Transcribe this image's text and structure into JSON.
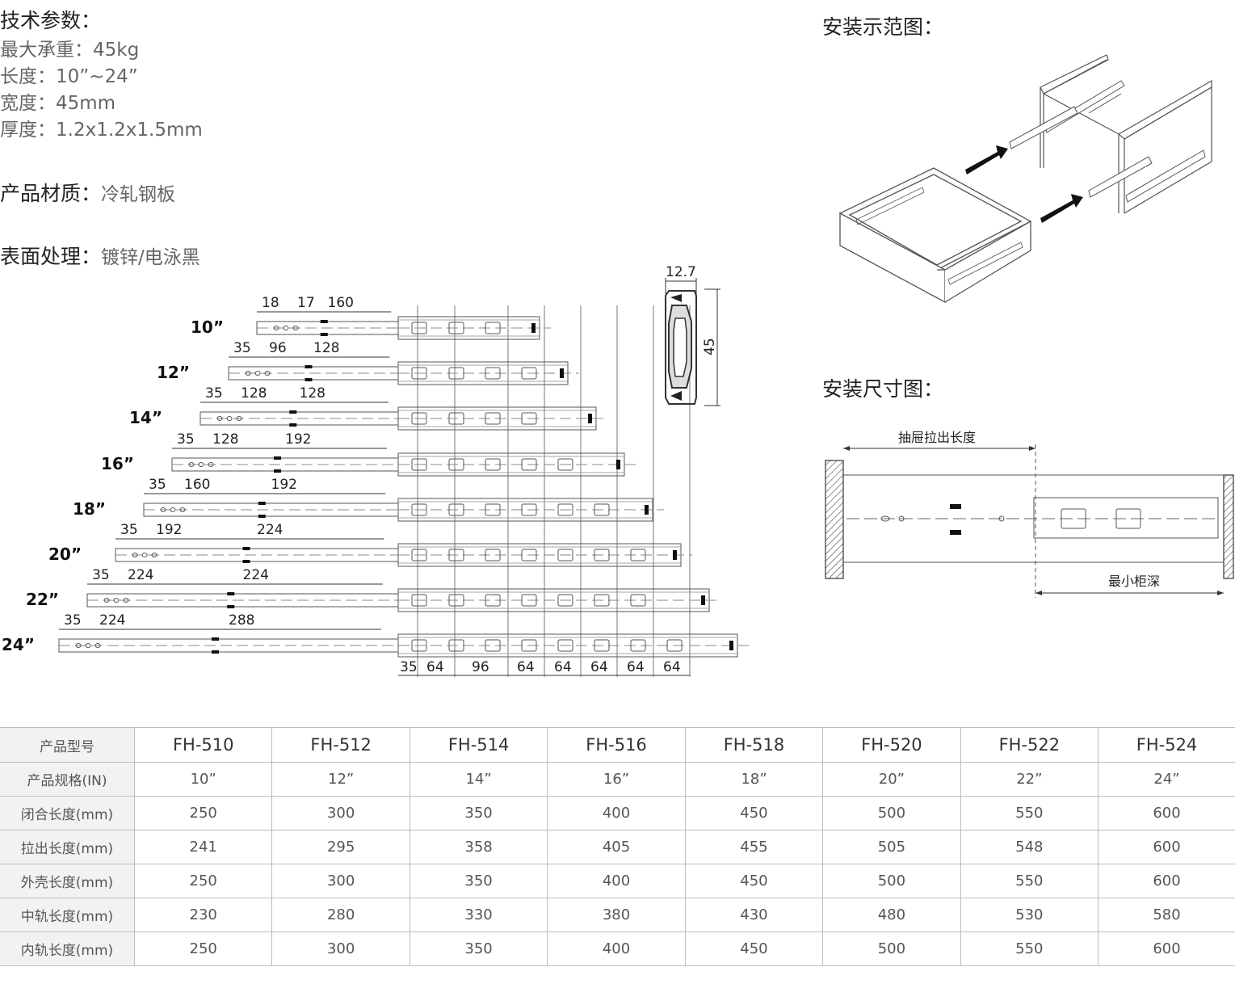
{
  "params": {
    "title": "技术参数：",
    "items": [
      {
        "label": "最大承重：",
        "value": "45kg"
      },
      {
        "label": "长度：",
        "value": "10”~24”"
      },
      {
        "label": "宽度：",
        "value": "45mm"
      },
      {
        "label": "厚度：",
        "value": "1.2x1.2x1.5mm"
      }
    ]
  },
  "material": {
    "label": "产品材质：",
    "value": "冷轧钢板"
  },
  "surface": {
    "label": "表面处理：",
    "value": "镀锌/电泳黑"
  },
  "install_example": {
    "title": "安装示范图："
  },
  "install_size": {
    "title": "安装尺寸图：",
    "pull_label": "抽屉拉出长度",
    "depth_label": "最小柜深"
  },
  "profile": {
    "width_label": "12.7",
    "height_label": "45"
  },
  "slides": [
    {
      "size": "10”",
      "dims": [
        "18",
        "17",
        "160"
      ]
    },
    {
      "size": "12”",
      "dims": [
        "35",
        "96",
        "128"
      ]
    },
    {
      "size": "14”",
      "dims": [
        "35",
        "128",
        "128"
      ]
    },
    {
      "size": "16”",
      "dims": [
        "35",
        "128",
        "192"
      ]
    },
    {
      "size": "18”",
      "dims": [
        "35",
        "160",
        "192"
      ]
    },
    {
      "size": "20”",
      "dims": [
        "35",
        "192",
        "224"
      ]
    },
    {
      "size": "22”",
      "dims": [
        "35",
        "224",
        "224"
      ]
    },
    {
      "size": "24”",
      "dims": [
        "35",
        "224",
        "288"
      ]
    }
  ],
  "bottom_dims": [
    "35",
    "64",
    "96",
    "64",
    "64",
    "64",
    "64",
    "64"
  ],
  "table": {
    "headers": [
      "产品型号",
      "产品规格(IN)",
      "闭合长度(mm)",
      "拉出长度(mm)",
      "外壳长度(mm)",
      "中轨长度(mm)",
      "内轨长度(mm)"
    ],
    "models": [
      "FH-510",
      "FH-512",
      "FH-514",
      "FH-516",
      "FH-518",
      "FH-520",
      "FH-522",
      "FH-524"
    ],
    "rows": [
      [
        "10”",
        "12”",
        "14”",
        "16”",
        "18”",
        "20”",
        "22”",
        "24”"
      ],
      [
        "250",
        "300",
        "350",
        "400",
        "450",
        "500",
        "550",
        "600"
      ],
      [
        "241",
        "295",
        "358",
        "405",
        "455",
        "505",
        "548",
        "600"
      ],
      [
        "250",
        "300",
        "350",
        "400",
        "450",
        "500",
        "550",
        "600"
      ],
      [
        "230",
        "280",
        "330",
        "380",
        "430",
        "480",
        "530",
        "580"
      ],
      [
        "250",
        "300",
        "350",
        "400",
        "450",
        "500",
        "550",
        "600"
      ]
    ]
  }
}
